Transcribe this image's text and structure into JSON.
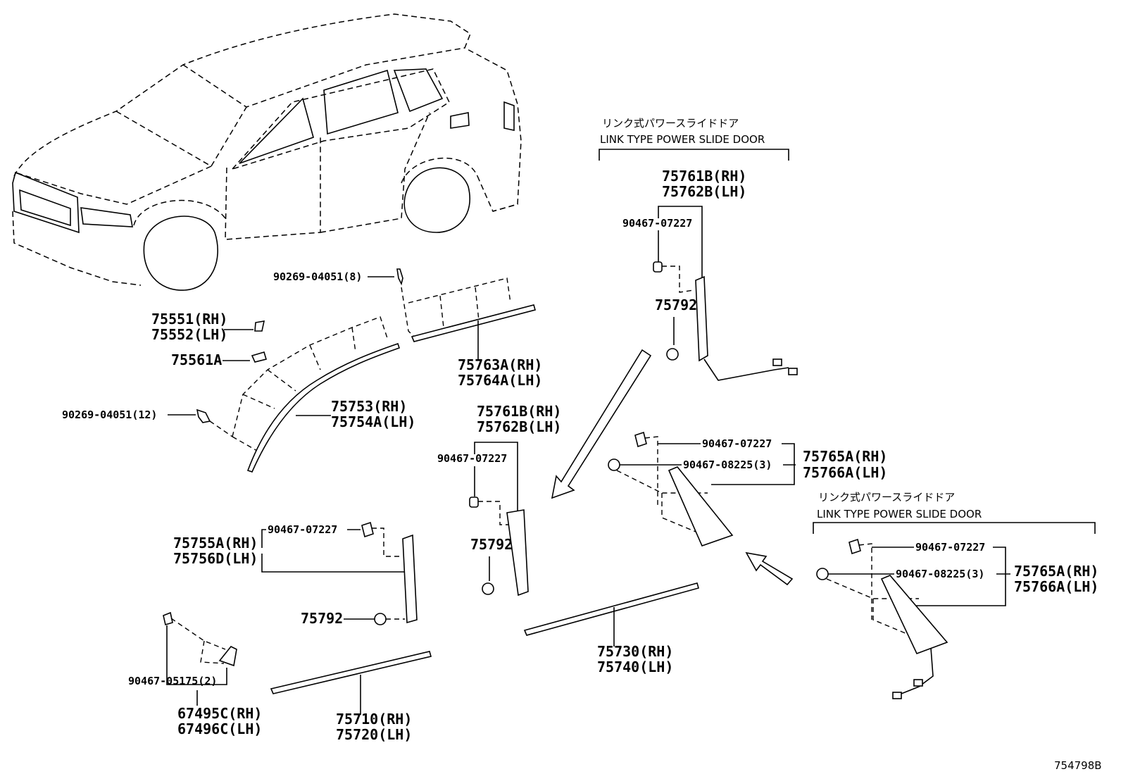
{
  "headers": [
    {
      "jp": "リンク式パワースライドドア",
      "en": "LINK TYPE POWER SLIDE DOOR"
    },
    {
      "jp": "リンク式パワースライドドア",
      "en": "LINK TYPE POWER SLIDE DOOR"
    }
  ],
  "labels": {
    "p90269_8": "90269-04051(8)",
    "p75551": "75551(RH)",
    "p75552": "75552(LH)",
    "p75561A": "75561A",
    "p75763A": "75763A(RH)",
    "p75764A": "75764A(LH)",
    "p90269_12": "90269-04051(12)",
    "p75753": "75753(RH)",
    "p75754A": "75754A(LH)",
    "top_75761B": "75761B(RH)",
    "top_75762B": "75762B(LH)",
    "top_90467_07227": "90467-07227",
    "top_75792": "75792",
    "mid_75761B": "75761B(RH)",
    "mid_75762B": "75762B(LH)",
    "mid_90467_07227": "90467-07227",
    "mid_75792": "75792",
    "r1_90467_07227": "90467-07227",
    "r1_90467_08225": "90467-08225(3)",
    "r1_75765A": "75765A(RH)",
    "r1_75766A": "75766A(LH)",
    "r2_90467_07227": "90467-07227",
    "r2_90467_08225": "90467-08225(3)",
    "r2_75765A": "75765A(RH)",
    "r2_75766A": "75766A(LH)",
    "p75755A": "75755A(RH)",
    "p75756D": "75756D(LH)",
    "f_90467_07227": "90467-07227",
    "f_75792": "75792",
    "p90467_05175": "90467-05175(2)",
    "p67495C": "67495C(RH)",
    "p67496C": "67496C(LH)",
    "p75710": "75710(RH)",
    "p75720": "75720(LH)",
    "p75730": "75730(RH)",
    "p75740": "75740(LH)",
    "diagram_code": "754798B"
  }
}
